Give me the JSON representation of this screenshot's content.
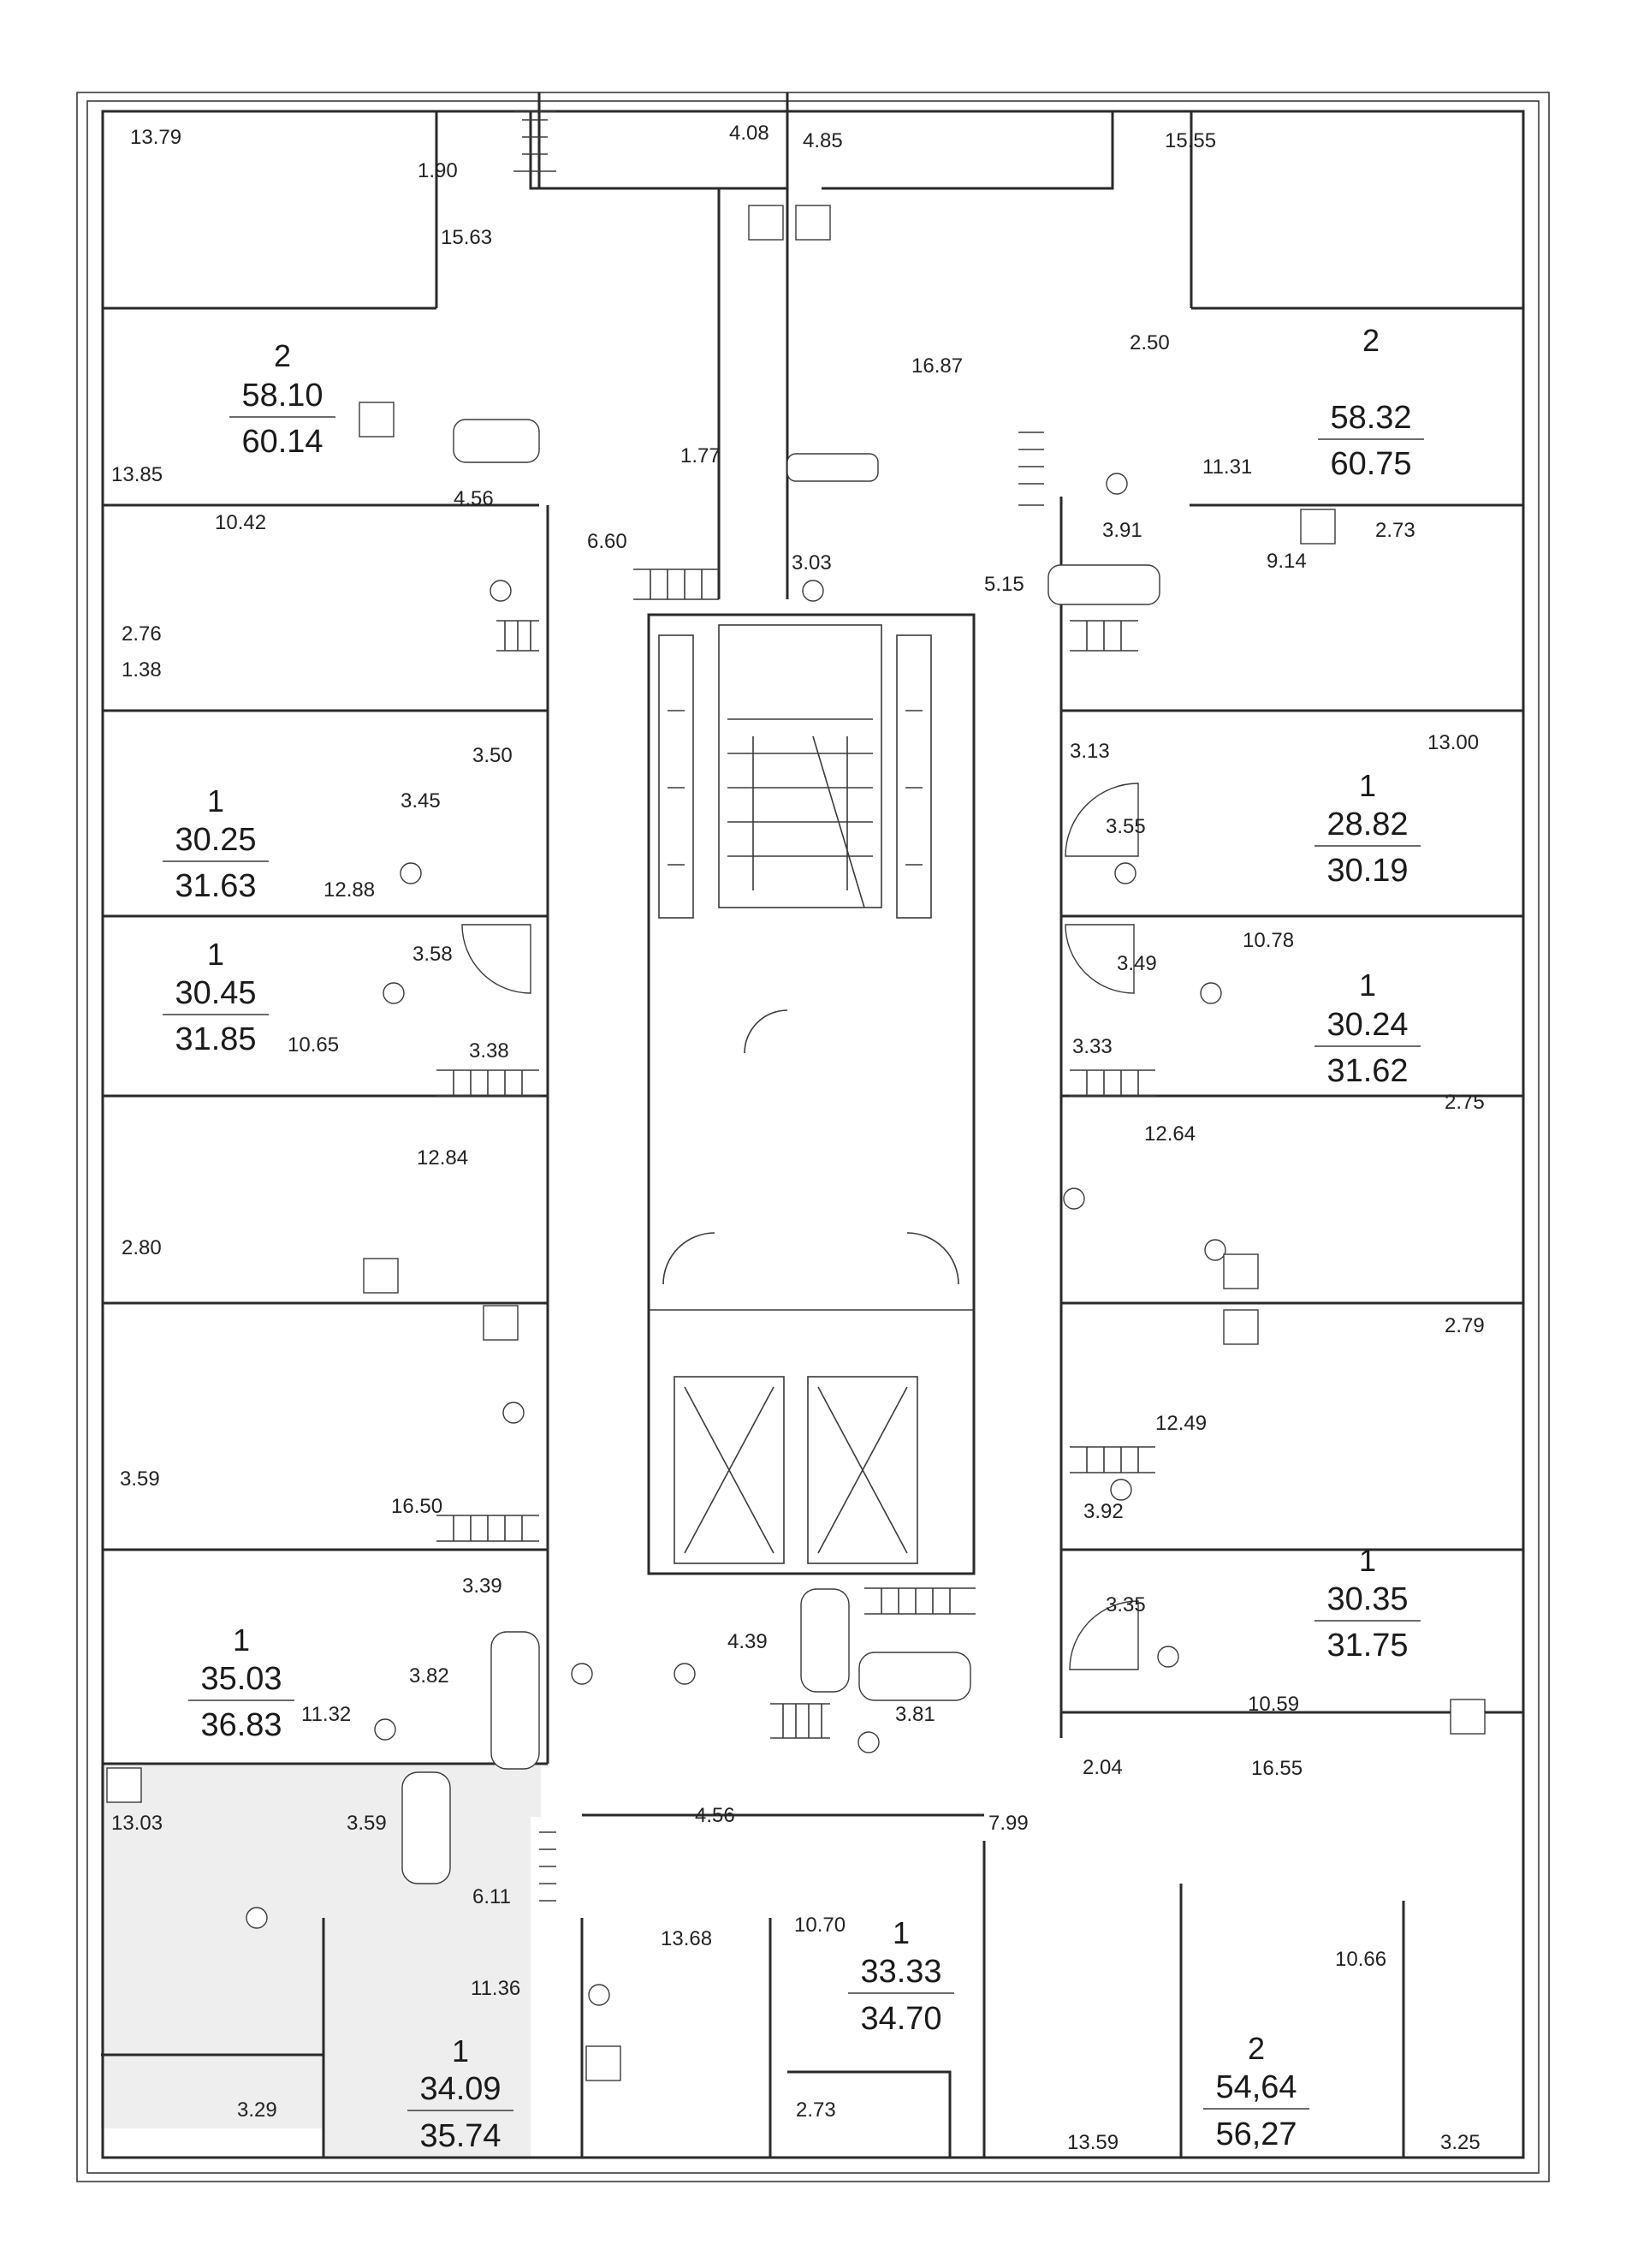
{
  "colors": {
    "background": "#ffffff",
    "wall": "#2a2a2a",
    "fixture": "#3a3a3a",
    "text": "#222222",
    "highlight": "#eeeeee"
  },
  "units": [
    {
      "id": "u1",
      "rooms": "2",
      "area_living": "58.10",
      "area_total": "60.14",
      "highlight": false
    },
    {
      "id": "u2",
      "rooms": "2",
      "area_living": "58.32",
      "area_total": "60.75",
      "highlight": false
    },
    {
      "id": "u3",
      "rooms": "1",
      "area_living": "30.25",
      "area_total": "31.63",
      "highlight": false
    },
    {
      "id": "u4",
      "rooms": "1",
      "area_living": "28.82",
      "area_total": "30.19",
      "highlight": false
    },
    {
      "id": "u5",
      "rooms": "1",
      "area_living": "30.45",
      "area_total": "31.85",
      "highlight": false
    },
    {
      "id": "u6",
      "rooms": "1",
      "area_living": "30.24",
      "area_total": "31.62",
      "highlight": false
    },
    {
      "id": "u7",
      "rooms": "1",
      "area_living": "30.35",
      "area_total": "31.75",
      "highlight": false
    },
    {
      "id": "u8",
      "rooms": "1",
      "area_living": "35.03",
      "area_total": "36.83",
      "highlight": false
    },
    {
      "id": "u9",
      "rooms": "1",
      "area_living": "33.33",
      "area_total": "34.70",
      "highlight": false
    },
    {
      "id": "u10",
      "rooms": "1",
      "area_living": "34.09",
      "area_total": "35.74",
      "highlight": true
    },
    {
      "id": "u11",
      "rooms": "2",
      "area_living": "54,64",
      "area_total": "56,27",
      "highlight": false
    }
  ],
  "room_labels": [
    "13.79",
    "1.90",
    "4.08",
    "4.85",
    "15.55",
    "15.63",
    "16.87",
    "2.50",
    "13.85",
    "1.77",
    "11.31",
    "4.56",
    "6.60",
    "10.42",
    "3.91",
    "2.73",
    "3.03",
    "9.14",
    "5.15",
    "2.76",
    "1.38",
    "13.00",
    "3.50",
    "3.13",
    "3.45",
    "3.55",
    "12.88",
    "10.78",
    "3.58",
    "3.49",
    "10.65",
    "3.38",
    "3.33",
    "2.75",
    "12.64",
    "12.84",
    "2.80",
    "2.79",
    "12.49",
    "3.59",
    "16.50",
    "3.92",
    "3.39",
    "3.35",
    "4.39",
    "3.82",
    "11.32",
    "10.59",
    "3.81",
    "4.56",
    "2.04",
    "16.55",
    "13.03",
    "3.59",
    "7.99",
    "6.11",
    "13.68",
    "10.70",
    "10.66",
    "11.36",
    "3.29",
    "2.73",
    "13.59",
    "3.25"
  ]
}
